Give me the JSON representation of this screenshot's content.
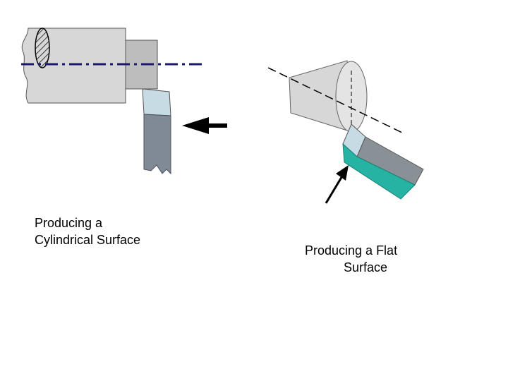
{
  "figures": {
    "cylindrical": {
      "caption_line1": "Producing a",
      "caption_line2": "Cylindrical Surface"
    },
    "flat": {
      "caption_line1": "Producing a Flat",
      "caption_line2": "Surface"
    }
  },
  "colors": {
    "workpiece": "#d7d7d7",
    "workpiece_shade": "#bdbdbd",
    "tool_body": "#808a96",
    "tool_face": "#c7dbe5",
    "tool_teal": "#26b3a3",
    "centerline": "#1a1a6e",
    "arrow": "#000000"
  },
  "icons": [
    "left-arrow-icon",
    "pointer-arrow-icon"
  ]
}
